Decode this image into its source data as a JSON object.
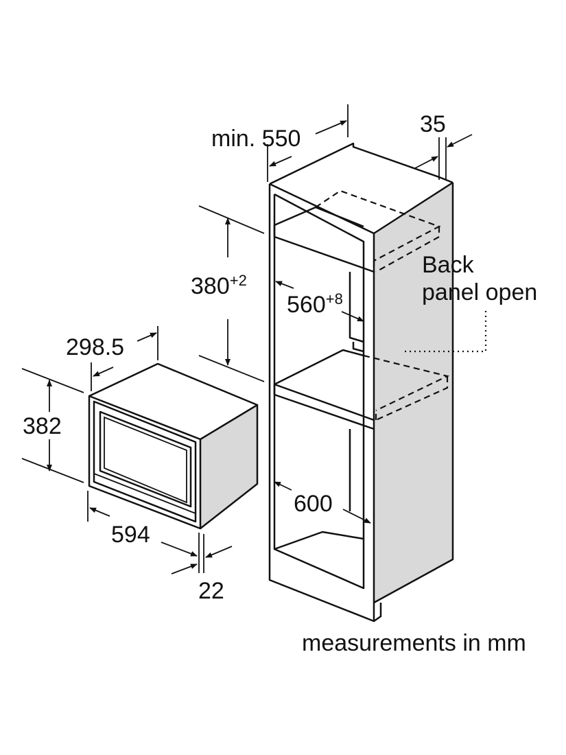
{
  "diagram": {
    "dimensions": {
      "cabinet_depth": "min. 550",
      "panel_thickness": "35",
      "niche_height_value": "380",
      "niche_height_tol": "+2",
      "niche_width_value": "560",
      "niche_width_tol": "+8",
      "cabinet_width": "600",
      "appliance_depth": "298.5",
      "appliance_height": "382",
      "appliance_width": "594",
      "front_projection": "22"
    },
    "notes": {
      "back_panel_line1": "Back",
      "back_panel_line2": "panel open",
      "units": "measurements in mm"
    },
    "colors": {
      "line": "#111111",
      "shade": "#d9d9d9",
      "background": "#ffffff"
    }
  }
}
